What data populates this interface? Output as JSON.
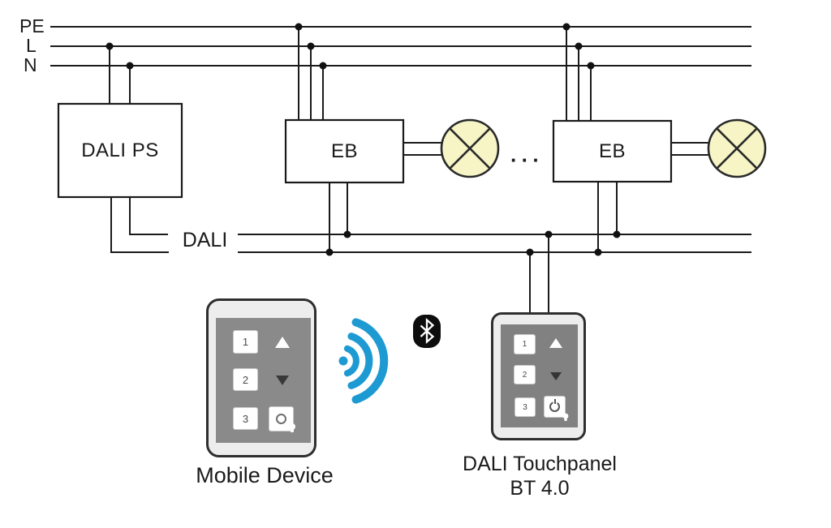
{
  "labels": {
    "pe": "PE",
    "l": "L",
    "n": "N",
    "dali_ps": "DALI PS",
    "eb1": "EB",
    "eb2": "EB",
    "dali_bus": "DALI",
    "ellipsis": "···",
    "mobile_device": "Mobile Device",
    "touchpanel_line1": "DALI Touchpanel",
    "touchpanel_line2": "BT 4.0"
  },
  "devices": {
    "mobile": {
      "buttons": [
        "1",
        "2",
        "3"
      ]
    },
    "touchpanel": {
      "buttons": [
        "1",
        "2",
        "3"
      ]
    }
  },
  "colors": {
    "wire": "#1a1a1a",
    "lamp_fill": "#f7f5c6",
    "wave_blue": "#1e9ad3",
    "bluetooth_bg": "#0d0d0d"
  }
}
